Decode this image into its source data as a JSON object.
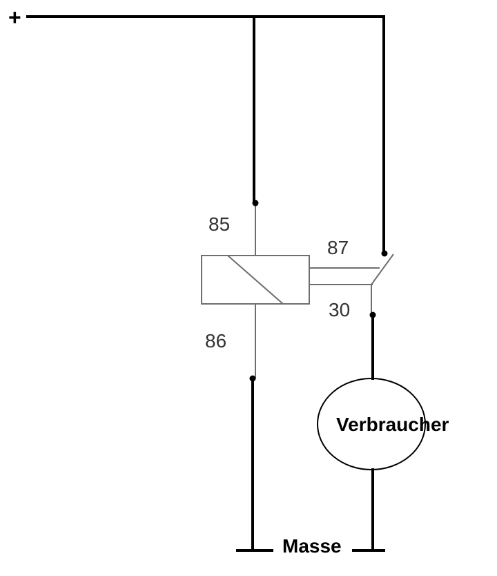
{
  "diagram": {
    "supply_label": "+",
    "relay": {
      "pin_85": "85",
      "pin_86": "86",
      "pin_87": "87",
      "pin_30": "30"
    },
    "load_label": "Verbraucher",
    "ground_label": "Masse"
  },
  "colors": {
    "wire_main": "#000000",
    "wire_relay": "#6e6e6e",
    "background": "#ffffff"
  }
}
